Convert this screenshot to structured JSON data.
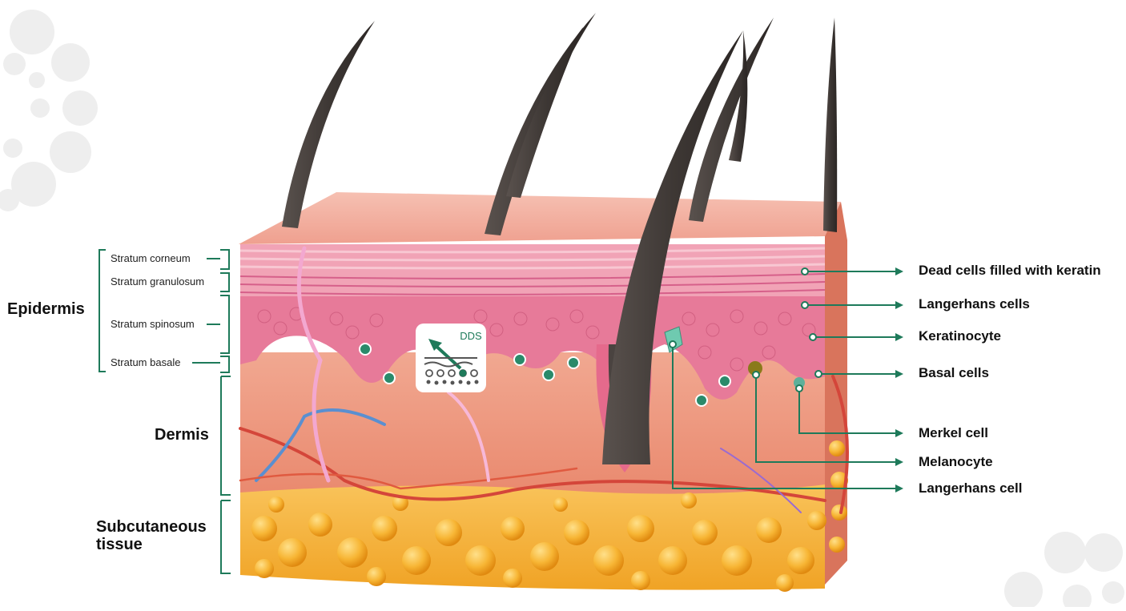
{
  "left_labels": {
    "epidermis": "Epidermis",
    "dermis": "Dermis",
    "subcutaneous_line1": "Subcutaneous",
    "subcutaneous_line2": "tissue"
  },
  "strata": {
    "corneum": "Stratum corneum",
    "granulosum": "Stratum granulosum",
    "spinosum": "Stratum spinosum",
    "basale": "Stratum basale"
  },
  "right_labels": {
    "dead_cells": "Dead cells filled with keratin",
    "langerhans_cells": "Langerhans cells",
    "keratinocyte": "Keratinocyte",
    "basal_cells": "Basal cells",
    "merkel_cell": "Merkel cell",
    "melanocyte": "Melanocyte",
    "langerhans_cell": "Langerhans cell"
  },
  "badge": {
    "text": "DDS"
  },
  "colors": {
    "accent": "#1e7a5a",
    "skin_top": "#f4b3a6",
    "epidermis": "#e98aa3",
    "dermis": "#ef9f86",
    "fat": "#f5b23a",
    "hair": "#4a4340"
  }
}
